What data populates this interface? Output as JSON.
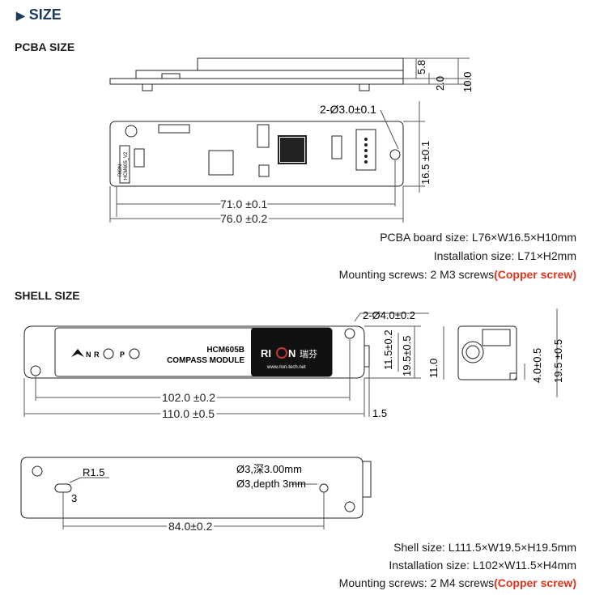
{
  "header": {
    "title": "SIZE",
    "accent": "#1f3a5f"
  },
  "pcba": {
    "section_title": "PCBA SIZE",
    "dims": {
      "h_small": "5.8",
      "h_mid": "2.0",
      "h_total": "10.0",
      "hole": "2-Ø3.0±0.1",
      "width": "16.5 ±0.1",
      "install_len": "71.0 ±0.1",
      "total_len": "76.0 ±0.2"
    },
    "board_labels": {
      "model": "HCM605_V2",
      "brand": "RION"
    },
    "specs": {
      "board_size": "PCBA board size: L76×W16.5×H10mm",
      "install_size": "Installation size: L71×H2mm",
      "screws": "Mounting screws: 2 M3 screws",
      "screws_note": "(Copper screw)"
    }
  },
  "shell": {
    "section_title": "SHELL SIZE",
    "label": {
      "model": "HCM605B",
      "name": "COMPASS MODULE",
      "n": "N",
      "r": "R",
      "p": "P",
      "brand": "RI",
      "brand_cn": "瑞芬",
      "url": "www.rion-tech.net"
    },
    "dims": {
      "hole": "2-Ø4.0±0.2",
      "h_install": "11.5±0.2",
      "h_total": "19.5±0.5",
      "install_len": "102.0 ±0.2",
      "total_len": "110.0 ±0.5",
      "flange": "1.5",
      "side_h": "11.0",
      "side_w1": "4.0±0.5",
      "side_w2": "19.5 ±0.5",
      "radius": "R1.5",
      "slot": "3",
      "hole_cn": "Ø3,深3.00mm",
      "hole_en": "Ø3,depth 3mm",
      "bottom_len": "84.0±0.2"
    },
    "specs": {
      "shell_size": "Shell size: L111.5×W19.5×H19.5mm",
      "install_size": "Installation size: L102×W11.5×H4mm",
      "screws": "Mounting screws: 2 M4 screws",
      "screws_note": "(Copper screw)"
    }
  },
  "colors": {
    "highlight": "#e2341d",
    "label_bg": "#111111",
    "brand_red": "#c0392b"
  }
}
